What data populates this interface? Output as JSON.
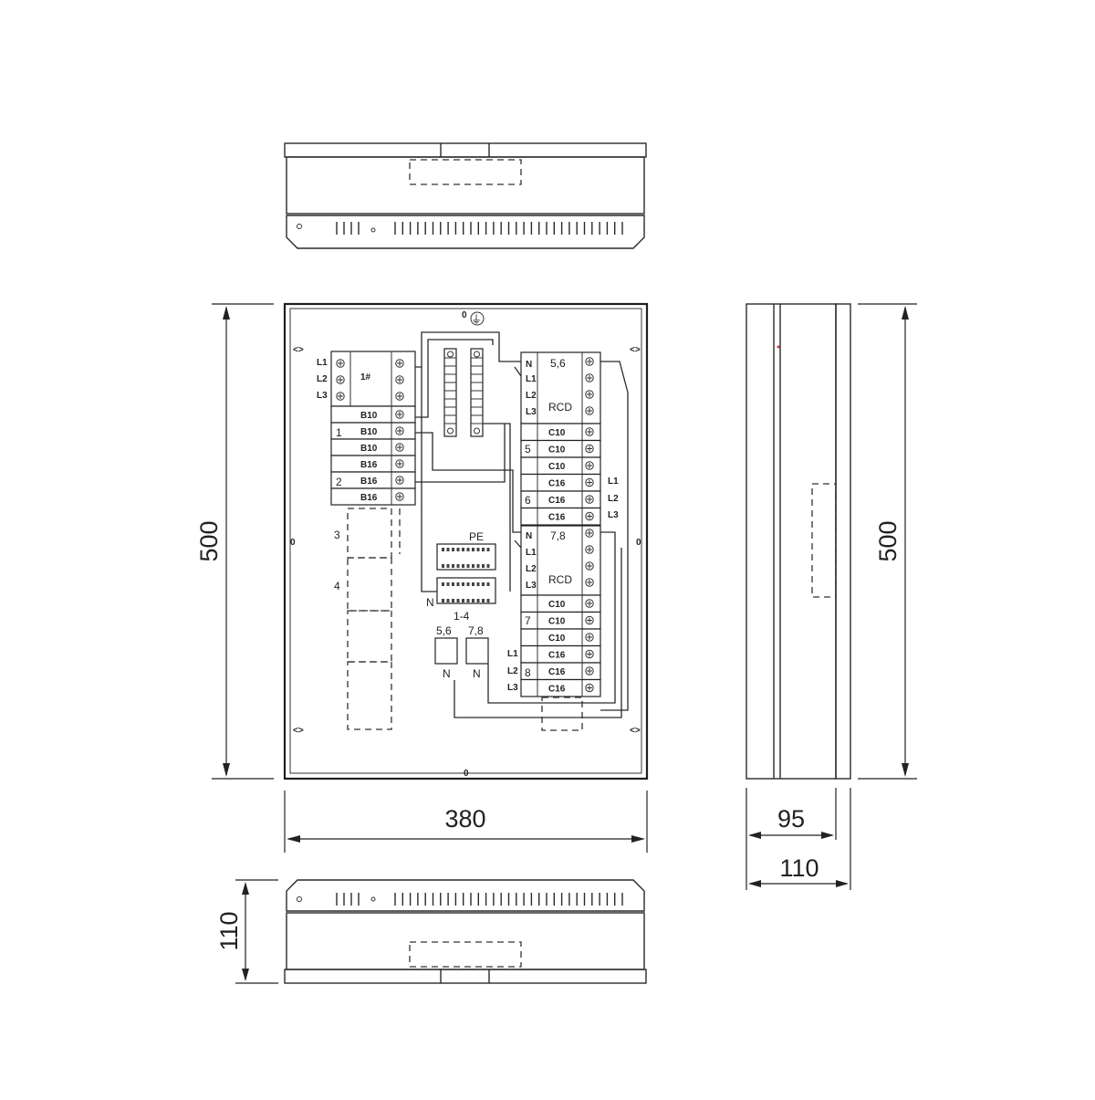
{
  "dimensions": {
    "height": "500",
    "width": "380",
    "depth_inner": "95",
    "depth_outer": "110",
    "side_height": "500",
    "bottom_depth": "110"
  },
  "top_labels": {
    "earth": "⏚",
    "zero": "0"
  },
  "phase_labels": [
    "L1",
    "L2",
    "L3"
  ],
  "left_main": {
    "switch": "1#",
    "rows": [
      "B10",
      "B10",
      "B10",
      "B16",
      "B16",
      "B16"
    ],
    "groups": [
      "1",
      "2"
    ]
  },
  "left_spares": [
    "3",
    "4"
  ],
  "right_block_a": {
    "title": "5,6",
    "device": "RCD",
    "n": "N",
    "rows": [
      "C10",
      "C10",
      "C10",
      "C16",
      "C16",
      "C16"
    ],
    "groups": [
      "5",
      "6"
    ]
  },
  "right_block_b": {
    "title": "7,8",
    "device": "RCD",
    "n": "N",
    "rows": [
      "C10",
      "C10",
      "C10",
      "C16",
      "C16",
      "C16"
    ],
    "groups": [
      "7",
      "8"
    ]
  },
  "terminals": {
    "pe": "PE",
    "n": "N",
    "range": "1-4",
    "sub_a": "5,6",
    "sub_b": "7,8",
    "sub_n": "N"
  },
  "fixing_zero": "0"
}
